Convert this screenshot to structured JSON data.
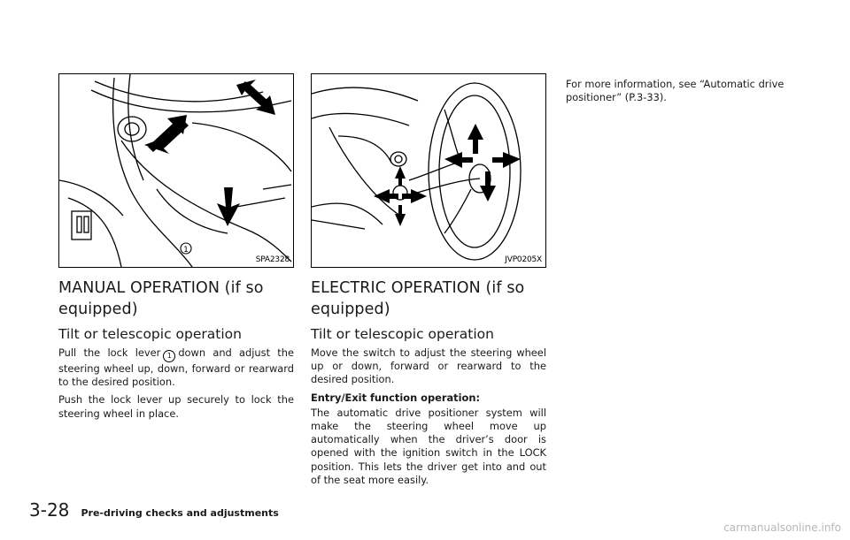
{
  "figure1": {
    "code": "SPA2328",
    "callout": "1"
  },
  "figure2": {
    "code": "JVP0205X"
  },
  "col1": {
    "heading": "MANUAL OPERATION (if so equipped)",
    "subheading": "Tilt or telescopic operation",
    "para1_before": "Pull the lock lever",
    "para1_callout": "1",
    "para1_after": "down and adjust the steering wheel up, down, forward or rearward to the desired position.",
    "para2": "Push the lock lever up securely to lock the steering wheel in place."
  },
  "col2": {
    "heading": "ELECTRIC OPERATION (if so equipped)",
    "subheading": "Tilt or telescopic operation",
    "para1": "Move the switch to adjust the steering wheel up or down, forward or rearward to the desired position.",
    "subhead2": "Entry/Exit function operation:",
    "para2": "The automatic drive positioner system will make the steering wheel move up automatically when the driver’s door is opened with the ignition switch in the LOCK position. This lets the driver get into and out of the seat more easily."
  },
  "col3": {
    "para1": "For more information, see “Automatic drive positioner” (P.3-33)."
  },
  "footer": {
    "page_number": "3-28",
    "section": "Pre-driving checks and adjustments"
  },
  "watermark": "carmanualsonline.info"
}
